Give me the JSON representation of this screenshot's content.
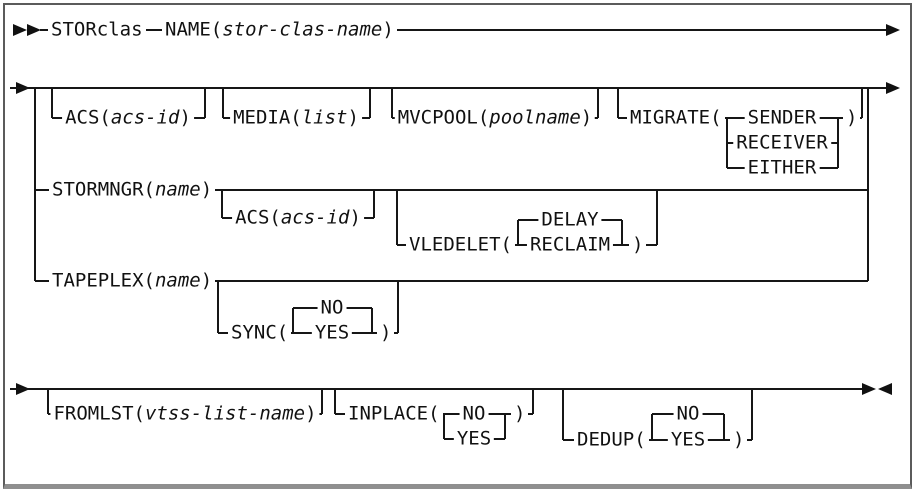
{
  "syntax": {
    "command": "STORclas",
    "params": {
      "name": {
        "kw": "NAME(",
        "var": "stor-clas-name",
        "close": ")"
      },
      "acs": {
        "kw": "ACS(",
        "var": "acs-id",
        "close": ")"
      },
      "media": {
        "kw": "MEDIA(",
        "var": "list",
        "close": ")"
      },
      "mvcpool": {
        "kw": "MVCPOOL(",
        "var": "poolname",
        "close": ")"
      },
      "migrate": {
        "kw": "MIGRATE(",
        "close": ")",
        "options": [
          "SENDER",
          "RECEIVER",
          "EITHER"
        ]
      },
      "stormngr": {
        "kw": "STORMNGR(",
        "var": "name",
        "close": ")"
      },
      "acs2": {
        "kw": "ACS(",
        "var": "acs-id",
        "close": ")"
      },
      "vledelet": {
        "kw": "VLEDELET(",
        "close": ")",
        "default": "DELAY",
        "option": "RECLAIM"
      },
      "tapeplex": {
        "kw": "TAPEPLEX(",
        "var": "name",
        "close": ")"
      },
      "sync": {
        "kw": "SYNC(",
        "close": ")",
        "default": "NO",
        "option": "YES"
      },
      "fromlst": {
        "kw": "FROMLST(",
        "var": "vtss-list-name",
        "close": ")"
      },
      "inplace": {
        "kw": "INPLACE(",
        "close": ")",
        "first": "NO",
        "second": "YES"
      },
      "dedup": {
        "kw": "DEDUP(",
        "close": ")",
        "default": "NO",
        "option": "YES"
      }
    }
  }
}
